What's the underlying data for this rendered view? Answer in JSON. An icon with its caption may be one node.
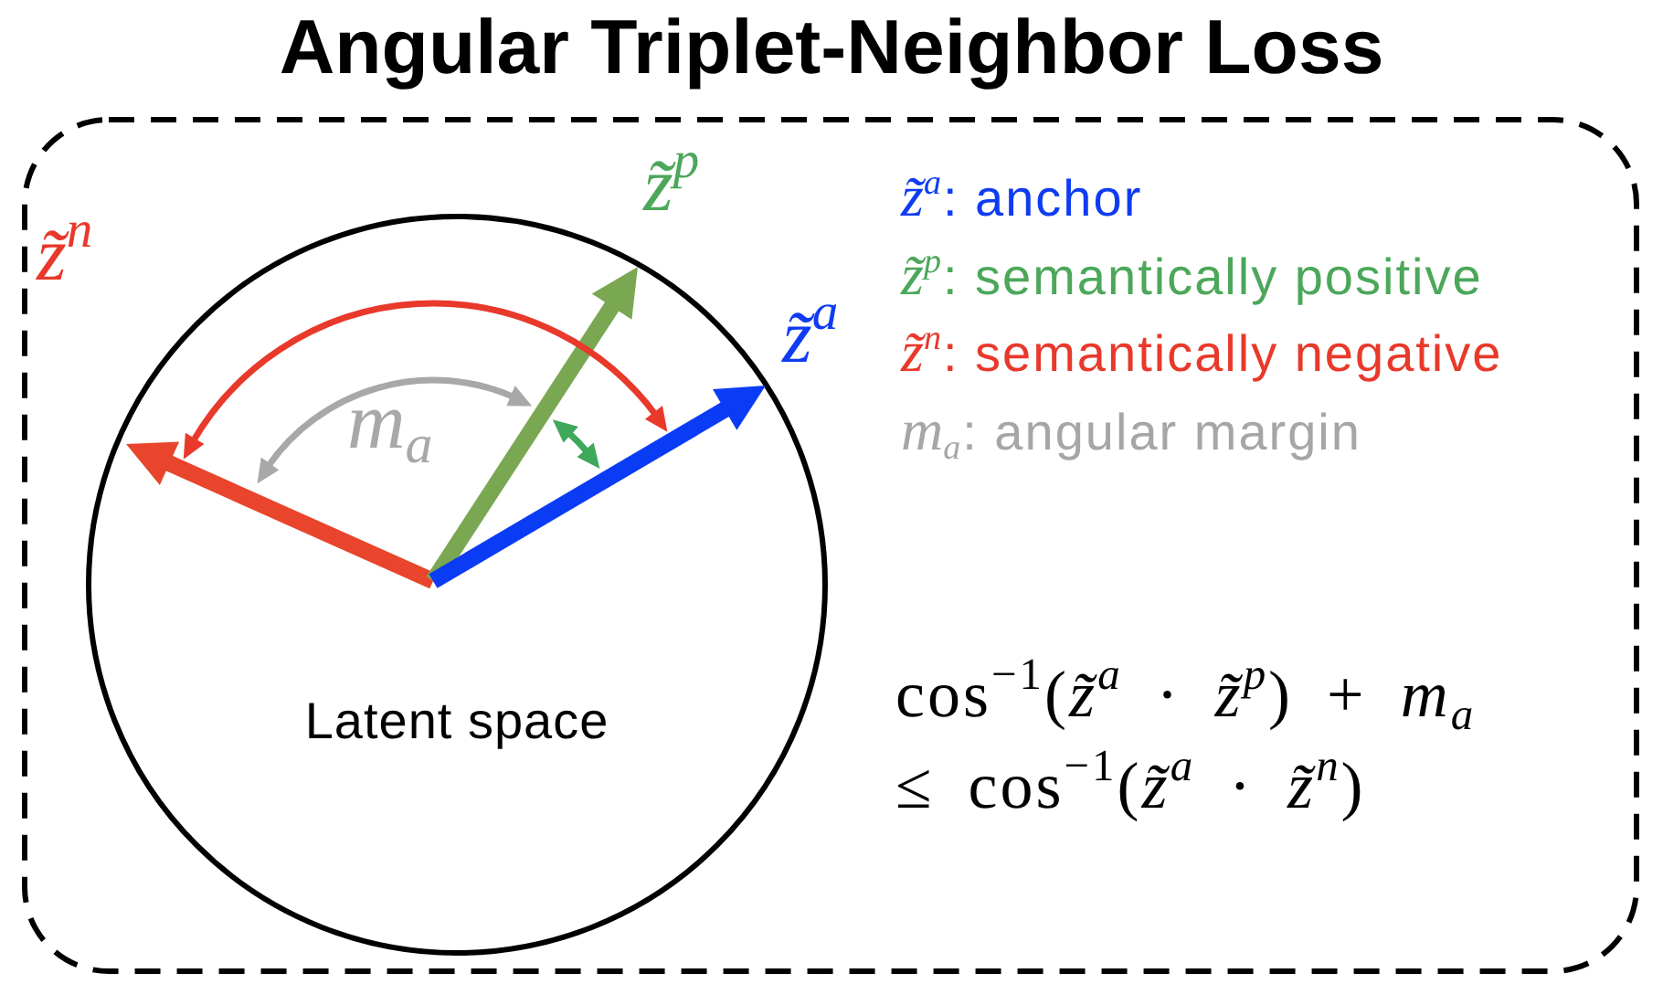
{
  "diagram": {
    "title": "Angular Triplet-Neighbor Loss",
    "nodes": [
      {
        "text": [],
        "shape": "box"
      },
      {
        "text": [
          "Latent space"
        ],
        "in": 0
      }
    ],
    "labels": [
      "z̃$^{p}$",
      "z̃$^{n}$",
      "z̃$^{a}$",
      "m$_{a}$",
      "cos$^{−1}$(*z̃*$^{a}$ · *z̃*$^{p}$) + *m*$_{a}$",
      "≤ cos$^{−1}$(*z̃*$^{a}$ · *z̃*$^{n}$)"
    ],
    "legend": [
      {
        "text": "*z̃*$^{a}$: anchor",
        "color": "#0f3cf2"
      },
      {
        "text": "*z̃*$^{p}$: semantically positive",
        "color": "#4ca75a"
      },
      {
        "text": "*z̃*$^{n}$: semantically negative",
        "color": "#e8392b"
      },
      {
        "text": "*m*$_{a}$: angular margin",
        "color": "#a6a6a6"
      }
    ]
  }
}
